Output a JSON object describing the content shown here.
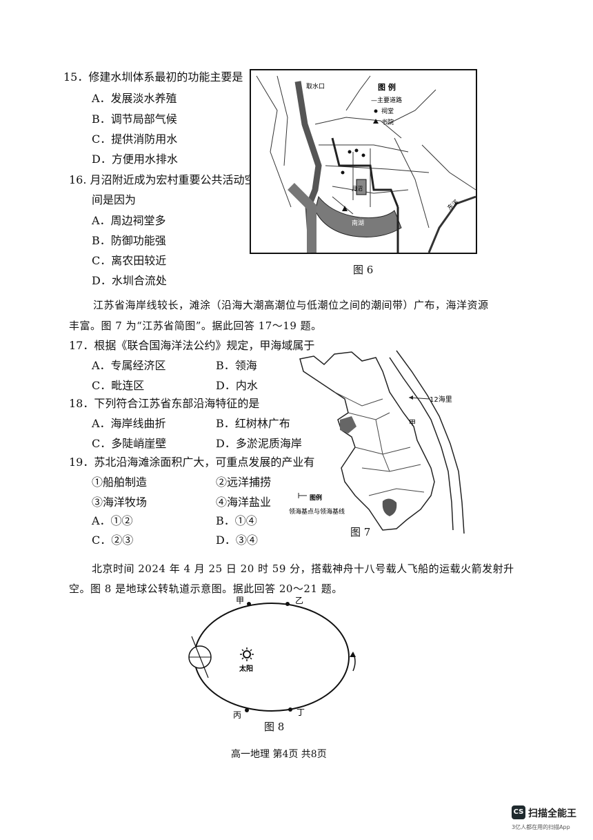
{
  "questions": {
    "q15": {
      "stem": "15．修建水圳体系最初的功能主要是",
      "options": [
        "A．发展淡水养殖",
        "B．调节局部气候",
        "C．提供消防用水",
        "D．方便用水排水"
      ]
    },
    "q16": {
      "stem_line1": "16. 月沼附近成为宏村重要公共活动空",
      "stem_line2": "间是因为",
      "options": [
        "A．周边祠堂多",
        "B．防御功能强",
        "C．离农田较近",
        "D．水圳合流处"
      ]
    },
    "q17": {
      "stem": "17．根据《联合国海洋法公约》规定，甲海域属于",
      "options": [
        "A．专属经济区",
        "B．领海",
        "C．毗连区",
        "D．内水"
      ]
    },
    "q18": {
      "stem": "18．下列符合江苏省东部沿海特征的是",
      "options": [
        "A．海岸线曲折",
        "B．红树林广布",
        "C．多陡峭崖壁",
        "D．多淤泥质海岸"
      ]
    },
    "q19": {
      "stem": "19．苏北沿海滩涂面积广大，可重点发展的产业有",
      "items": [
        "①船舶制造",
        "②远洋捕捞",
        "③海洋牧场",
        "④海洋盐业"
      ],
      "options": [
        "A．①②",
        "B．①④",
        "C．②③",
        "D．③④"
      ]
    }
  },
  "passages": {
    "jiangsu_line1": "江苏省海岸线较长，滩涂（沿海大潮高潮位与低潮位之间的潮间带）广布，海洋资源",
    "jiangsu_line2": "丰富。图 7 为“江苏省简图”。据此回答 17～19 题。",
    "shenzhou_line1": "北京时间 2024 年 4 月 25 日 20 时 59 分，搭载神舟十八号载人飞船的运载火箭发射升",
    "shenzhou_line2": "空。图 8 是地球公转轨道示意图。据此回答 20～21 题。"
  },
  "figure6": {
    "caption": "图 6",
    "legend_title": "图 例",
    "legend_road": "—主要道路",
    "legend_temple": "祠堂",
    "legend_academy": "书院",
    "inlet": "取水口",
    "pond": "南湖",
    "moon_pond": "月沼",
    "river": "东溪"
  },
  "figure7": {
    "caption": "图 7",
    "nautical": "12海里",
    "sea_label": "甲",
    "legend_title": "图例",
    "legend_text": "领海基点与领海基线"
  },
  "figure8": {
    "caption": "图 8",
    "sun": "太阳",
    "points": {
      "jia": "甲",
      "yi": "乙",
      "bing": "丙",
      "ding": "丁"
    }
  },
  "footer": "高一地理 第4页 共8页",
  "watermark": {
    "brand": "扫描全能王",
    "logo": "CS",
    "tagline": "3亿人都在用的扫描App"
  }
}
